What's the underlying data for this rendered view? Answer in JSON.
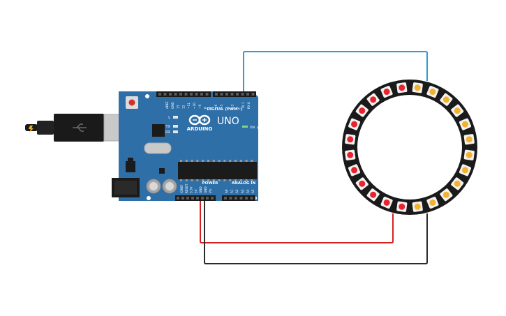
{
  "board": {
    "name": "UNO",
    "brand": "ARDUINO",
    "digital_label": "DIGITAL (PWM~)",
    "power_label": "POWER",
    "analog_label": "ANALOG IN",
    "on_label": "ON",
    "led_l": "L",
    "led_tx": "TX",
    "led_rx": "RX",
    "top_pins": [
      "AREF",
      "GND",
      "13",
      "12",
      "~11",
      "~10",
      "~9",
      "8",
      "7",
      "~6",
      "~5",
      "4",
      "~3",
      "2",
      "TX 1",
      "RX 0"
    ],
    "power_pins": [
      "IOREF",
      "RESET",
      "3.3V",
      "5V",
      "GND",
      "GND",
      "Vin"
    ],
    "analog_pins": [
      "A0",
      "A1",
      "A2",
      "A3",
      "A4",
      "A5"
    ]
  },
  "ring": {
    "led_count": 24,
    "red_leds": 12,
    "amber_leds": 12
  },
  "colors": {
    "board": "#2f6fa8",
    "board_dark": "#1d4f7f",
    "wire_signal": "#2b9fcf",
    "wire_power": "#d62020",
    "wire_ground": "#2b2b2b",
    "ring_body": "#1a1a1a",
    "led_red": "#e8242e",
    "led_amber": "#f2b230"
  }
}
